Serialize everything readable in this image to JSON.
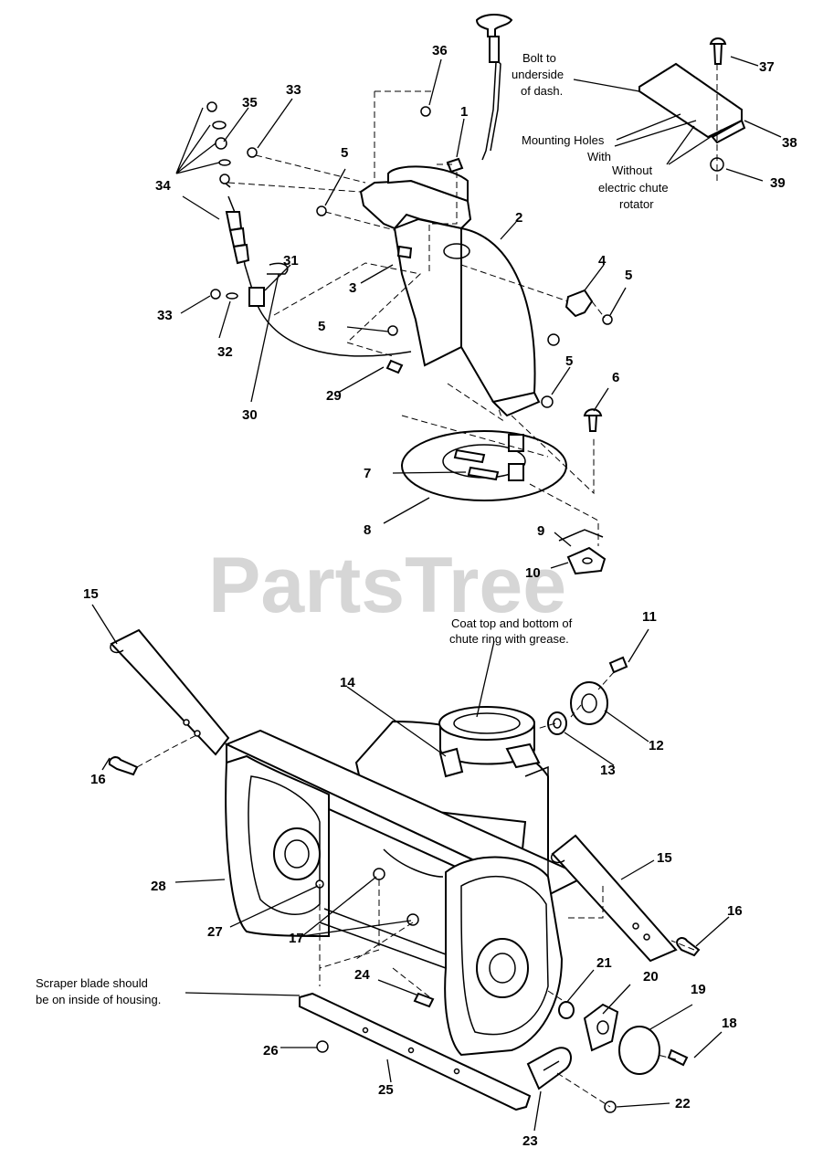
{
  "watermark": "PartsTree",
  "notes": {
    "bolt_dash_1": "Bolt to",
    "bolt_dash_2": "underside",
    "bolt_dash_3": "of dash.",
    "mounting_1": "Mounting Holes",
    "mounting_2": "With",
    "without_1": "Without",
    "without_2": "electric chute",
    "without_3": "rotator",
    "grease_1": "Coat top and bottom of",
    "grease_2": "chute ring with grease.",
    "scraper_1": "Scraper blade should",
    "scraper_2": "be on inside of housing."
  },
  "callouts": {
    "c1": "1",
    "c2": "2",
    "c3": "3",
    "c4": "4",
    "c5": "5",
    "c6": "6",
    "c7": "7",
    "c8": "8",
    "c9": "9",
    "c10": "10",
    "c11": "11",
    "c12": "12",
    "c13": "13",
    "c14": "14",
    "c15": "15",
    "c16": "16",
    "c17": "17",
    "c18": "18",
    "c19": "19",
    "c20": "20",
    "c21": "21",
    "c22": "22",
    "c23": "23",
    "c24": "24",
    "c25": "25",
    "c26": "26",
    "c27": "27",
    "c28": "28",
    "c29": "29",
    "c30": "30",
    "c31": "31",
    "c32": "32",
    "c33": "33",
    "c34": "34",
    "c35": "35",
    "c36": "36",
    "c37": "37",
    "c38": "38",
    "c39": "39"
  }
}
